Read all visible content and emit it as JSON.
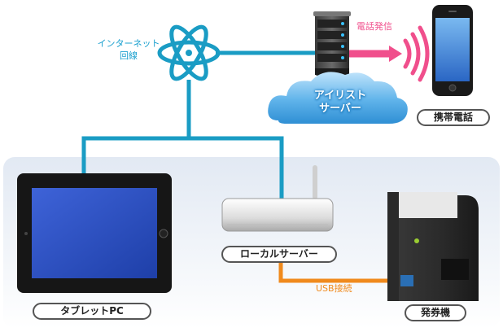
{
  "labels": {
    "internet": "インターネット",
    "internet_line": "回線",
    "phone_call": "電話発信",
    "cloud_server_line1": "アイリスト",
    "cloud_server_line2": "サーバー",
    "mobile_phone": "携帯電話",
    "local_server": "ローカルサーバー",
    "tablet_pc": "タブレットPC",
    "usb": "USB接続",
    "ticket_machine": "発券機"
  },
  "colors": {
    "network_line": "#1a9cc4",
    "usb_line": "#f08a1d",
    "signal": "#f04f8c",
    "cloud": "#4aa6e2",
    "panel": "#e6ecf4"
  },
  "icons": {
    "network": "atom-icon",
    "server": "server-rack-icon",
    "signal": "signal-waves-icon",
    "phone": "smartphone-icon",
    "cloud": "cloud-icon",
    "tablet": "tablet-icon",
    "router": "router-icon",
    "printer": "ticket-printer-icon"
  }
}
